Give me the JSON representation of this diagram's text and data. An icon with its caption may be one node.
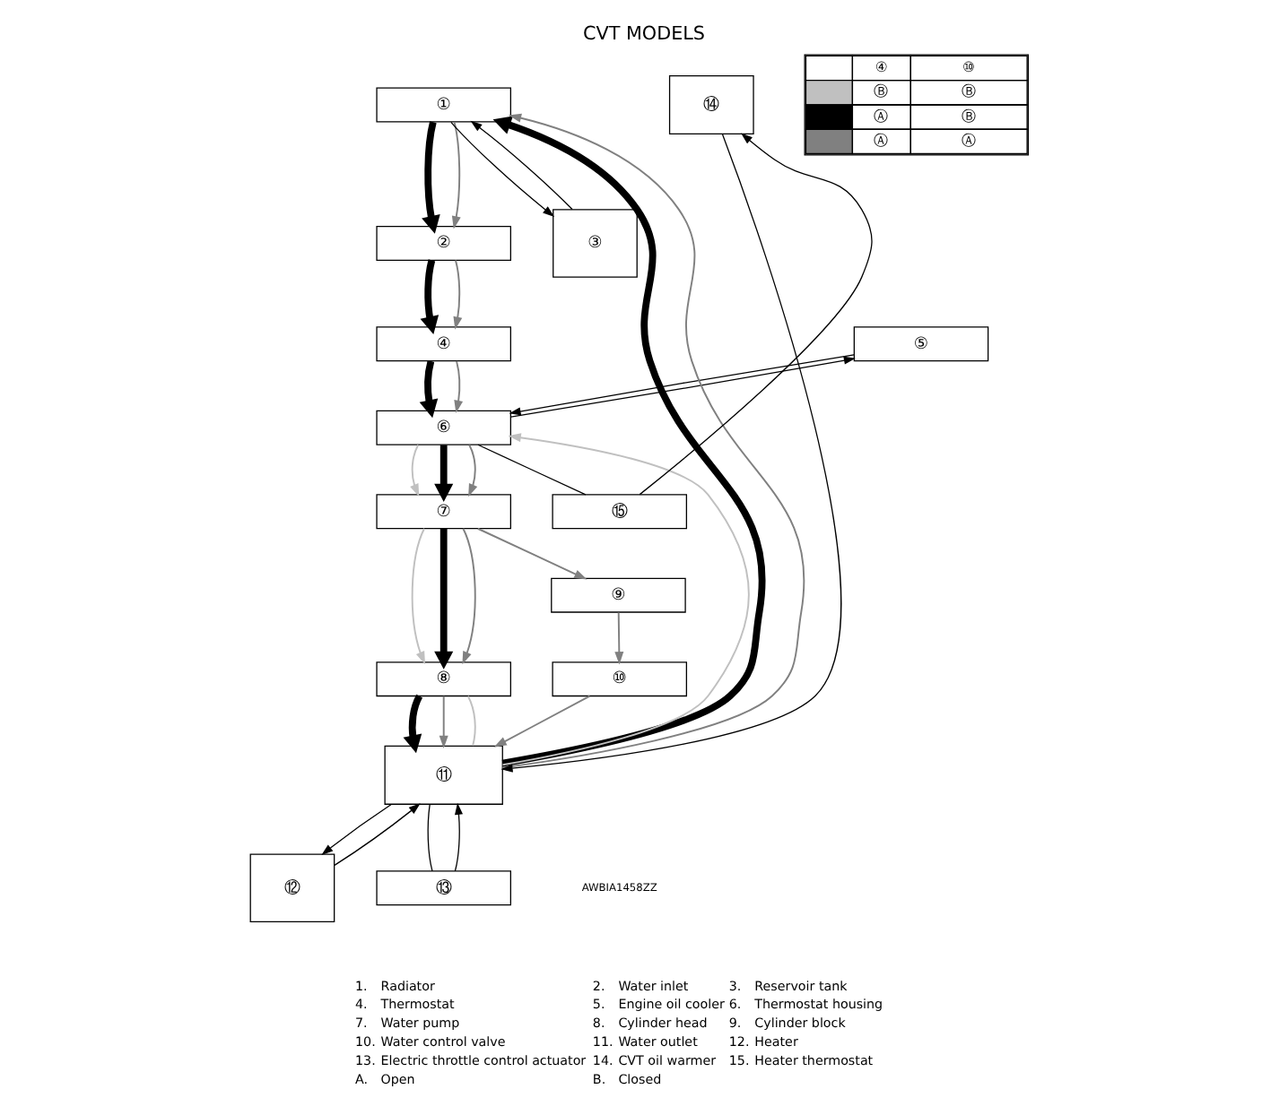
{
  "diagram": {
    "title": "CVT MODELS",
    "nodes": [
      {
        "text": [
          "①"
        ]
      },
      {
        "text": [
          "②"
        ]
      },
      {
        "text": [
          "③"
        ]
      },
      {
        "text": [
          "④"
        ]
      },
      {
        "text": [
          "⑤"
        ]
      },
      {
        "text": [
          "⑥"
        ]
      },
      {
        "text": [
          "⑦"
        ]
      },
      {
        "text": [
          "⑧"
        ]
      },
      {
        "text": [
          "⑨"
        ]
      },
      {
        "text": [
          "⑩"
        ]
      },
      {
        "text": [
          "⑪"
        ]
      },
      {
        "text": [
          "⑫"
        ]
      },
      {
        "text": [
          "⑬"
        ]
      },
      {
        "text": [
          "⑭"
        ]
      },
      {
        "text": [
          "⑮"
        ]
      }
    ],
    "edges": [
      {
        "from": 0,
        "to": 2,
        "arrow": "to"
      },
      {
        "from": 2,
        "to": 0,
        "arrow": "to"
      },
      {
        "from": 0,
        "to": 1,
        "arrow": "to",
        "style": "thick",
        "color": "#000000"
      },
      {
        "from": 0,
        "to": 1,
        "arrow": "to",
        "color": "#808080"
      },
      {
        "from": 1,
        "to": 3,
        "arrow": "to",
        "style": "thick",
        "color": "#000000"
      },
      {
        "from": 1,
        "to": 3,
        "arrow": "to",
        "color": "#808080"
      },
      {
        "from": 3,
        "to": 5,
        "arrow": "to",
        "style": "thick",
        "color": "#000000"
      },
      {
        "from": 3,
        "to": 5,
        "arrow": "to",
        "color": "#808080"
      },
      {
        "from": 5,
        "to": 6,
        "arrow": "to",
        "color": "#c0c0c0"
      },
      {
        "from": 5,
        "to": 6,
        "arrow": "to",
        "style": "thick",
        "color": "#000000"
      },
      {
        "from": 5,
        "to": 6,
        "arrow": "to",
        "color": "#808080"
      },
      {
        "from": 6,
        "to": 7,
        "arrow": "to",
        "color": "#c0c0c0"
      },
      {
        "from": 6,
        "to": 7,
        "arrow": "to",
        "style": "thick",
        "color": "#000000"
      },
      {
        "from": 6,
        "to": 7,
        "arrow": "to",
        "color": "#808080"
      },
      {
        "from": 6,
        "to": 8,
        "arrow": "to",
        "color": "#808080"
      },
      {
        "from": 8,
        "to": 9,
        "arrow": "to",
        "color": "#808080"
      },
      {
        "from": 9,
        "to": 10,
        "arrow": "to",
        "color": "#808080"
      },
      {
        "from": 7,
        "to": 10,
        "arrow": "to",
        "style": "thick",
        "color": "#000000"
      },
      {
        "from": 7,
        "to": 10,
        "arrow": "to",
        "color": "#808080"
      },
      {
        "from": 7,
        "to": 10,
        "arrow": "none",
        "color": "#c0c0c0"
      },
      {
        "from": 10,
        "to": 5,
        "arrow": "to",
        "color": "#c0c0c0"
      },
      {
        "from": 10,
        "to": 0,
        "arrow": "to",
        "style": "thick",
        "color": "#000000"
      },
      {
        "from": 10,
        "to": 0,
        "arrow": "to",
        "color": "#808080"
      },
      {
        "from": 5,
        "to": 4,
        "arrow": "to"
      },
      {
        "from": 4,
        "to": 5,
        "arrow": "to"
      },
      {
        "from": 5,
        "to": 14,
        "arrow": "none"
      },
      {
        "from": 14,
        "to": 13,
        "arrow": "to"
      },
      {
        "from": 13,
        "to": 10,
        "arrow": "to"
      },
      {
        "from": 10,
        "to": 11,
        "arrow": "to"
      },
      {
        "from": 10,
        "to": 12,
        "arrow": "none"
      },
      {
        "from": 12,
        "to": 10,
        "arrow": "to"
      },
      {
        "from": 11,
        "to": 10,
        "arrow": "to"
      }
    ],
    "labels": [
      "④",
      "⑩",
      "Ⓑ",
      "Ⓑ",
      "Ⓐ",
      "Ⓑ",
      "Ⓐ",
      "Ⓐ",
      "AWBIA1458ZZ",
      "1.",
      "Radiator",
      "2.",
      "Water inlet",
      "3.",
      "Reservoir tank",
      "4.",
      "Thermostat",
      "5.",
      "Engine oil cooler",
      "6.",
      "Thermostat housing",
      "7.",
      "Water pump",
      "8.",
      "Cylinder head",
      "9.",
      "Cylinder block",
      "10.",
      "Water control valve",
      "11.",
      "Water outlet",
      "12.",
      "Heater",
      "13.",
      "Electric throttle control actuator",
      "14.",
      "CVT oil warmer",
      "15.",
      "Heater thermostat",
      "A.",
      "Open",
      "B.",
      "Closed"
    ]
  }
}
